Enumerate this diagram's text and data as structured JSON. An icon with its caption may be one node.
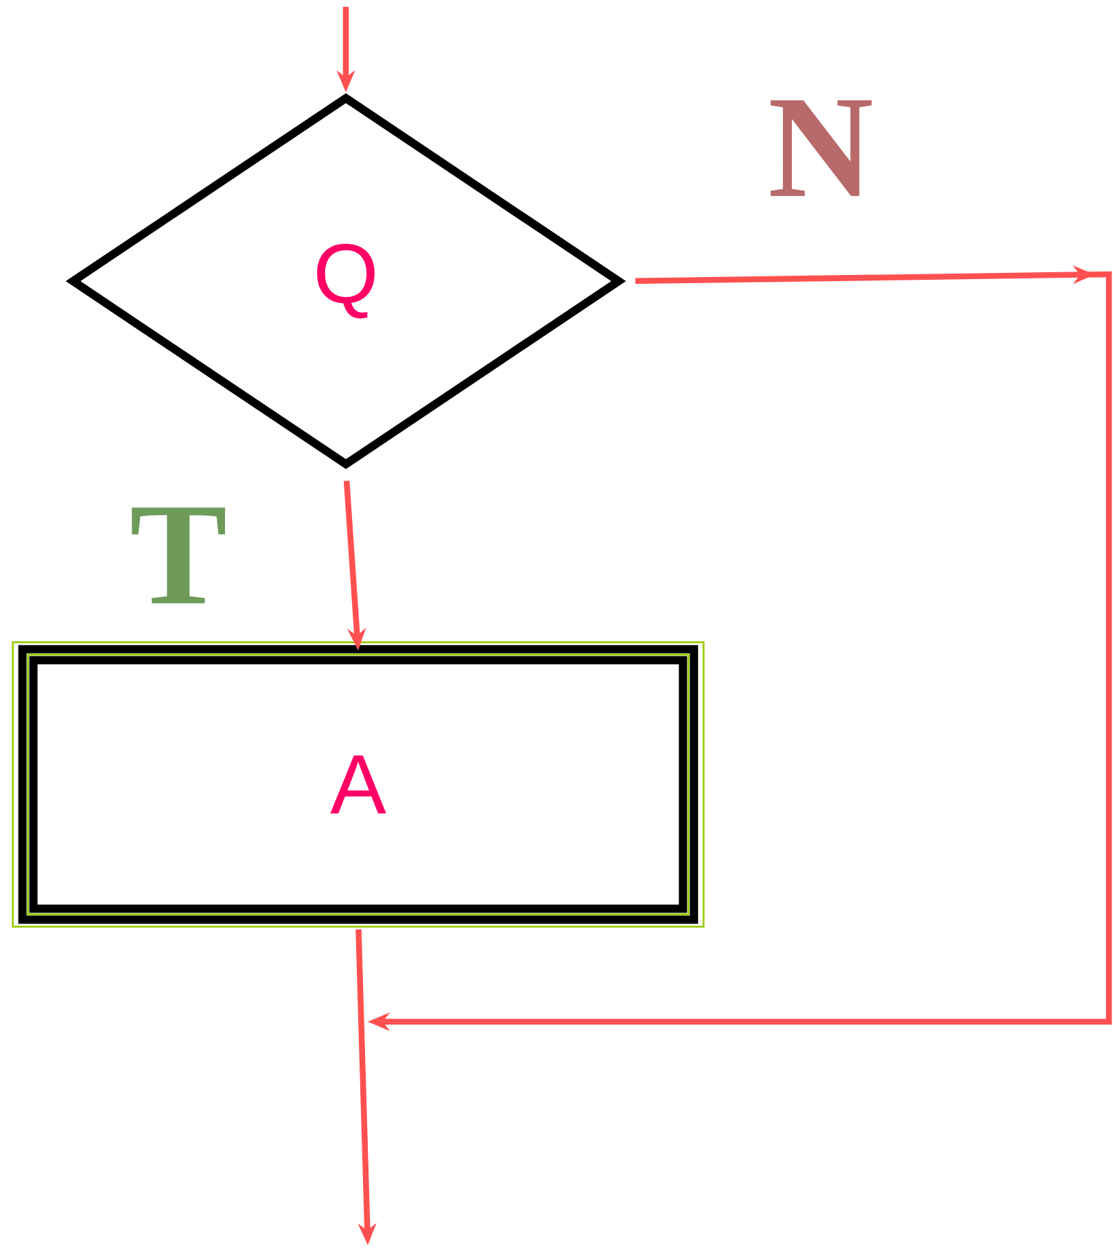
{
  "diagram": {
    "nodes": [
      {
        "text": [
          "Q"
        ]
      },
      {
        "text": [
          "A"
        ]
      }
    ],
    "edges": [
      {
        "from": null,
        "to": 0,
        "arrow": "to"
      },
      {
        "from": 0,
        "to": 1,
        "arrow": "to",
        "label": "T"
      },
      {
        "from": 0,
        "to": null,
        "arrow": "to",
        "label": "N"
      },
      {
        "from": 1,
        "to": null,
        "arrow": "to"
      }
    ]
  }
}
